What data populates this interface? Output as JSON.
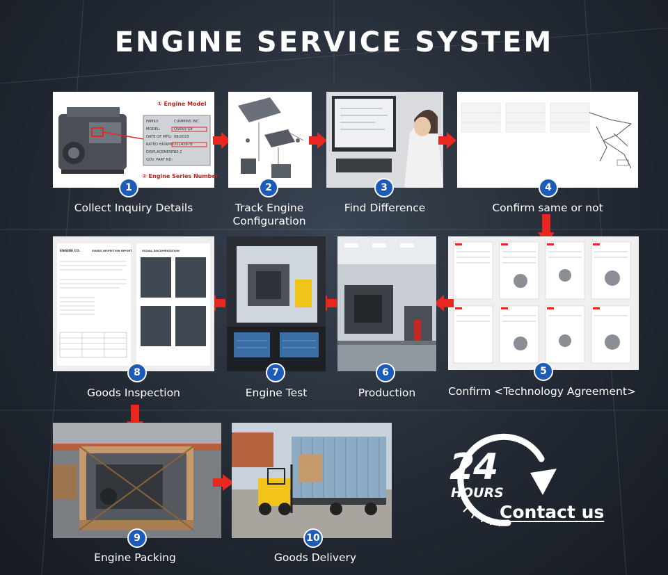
{
  "title": "ENGINE SERVICE SYSTEM",
  "steps": [
    {
      "num": "1",
      "label": "Collect Inquiry Details"
    },
    {
      "num": "2",
      "label": "Track Engine Configuration"
    },
    {
      "num": "3",
      "label": "Find Difference"
    },
    {
      "num": "4",
      "label": "Confirm same or not"
    },
    {
      "num": "5",
      "label": "Confirm <Technology Agreement>"
    },
    {
      "num": "6",
      "label": "Production"
    },
    {
      "num": "7",
      "label": "Engine Test"
    },
    {
      "num": "8",
      "label": "Goods Inspection"
    },
    {
      "num": "9",
      "label": "Engine Packing"
    },
    {
      "num": "10",
      "label": "Goods Delivery"
    }
  ],
  "nameplate": {
    "engine_model_label": "① Engine Model",
    "engine_series_label": "② Engine Series Number",
    "rows": [
      {
        "key": "FAMILY:",
        "value": "CUMMINS INC."
      },
      {
        "key": "MODEL:",
        "value": "QSK60-G8"
      },
      {
        "key": "DATE OF MFG:",
        "value": "08/2023"
      },
      {
        "key": "RATED HP/RPM:",
        "value": "3114567B"
      },
      {
        "key": "DISPLACEMENT:",
        "value": "60.2"
      },
      {
        "key": "GOV. PART NO:",
        "value": ""
      }
    ]
  },
  "inspection_report": {
    "brand": "ENGINE CO.",
    "heading": "GOODS INSPECTION REPORT",
    "photo_heading": "VISUAL DOCUMENTATION"
  },
  "badge": {
    "number": "24",
    "unit": "HOURS",
    "contact_label": "Contact us"
  },
  "colors": {
    "accent_red": "#e8271f",
    "badge_blue": "#1d5bb8"
  }
}
